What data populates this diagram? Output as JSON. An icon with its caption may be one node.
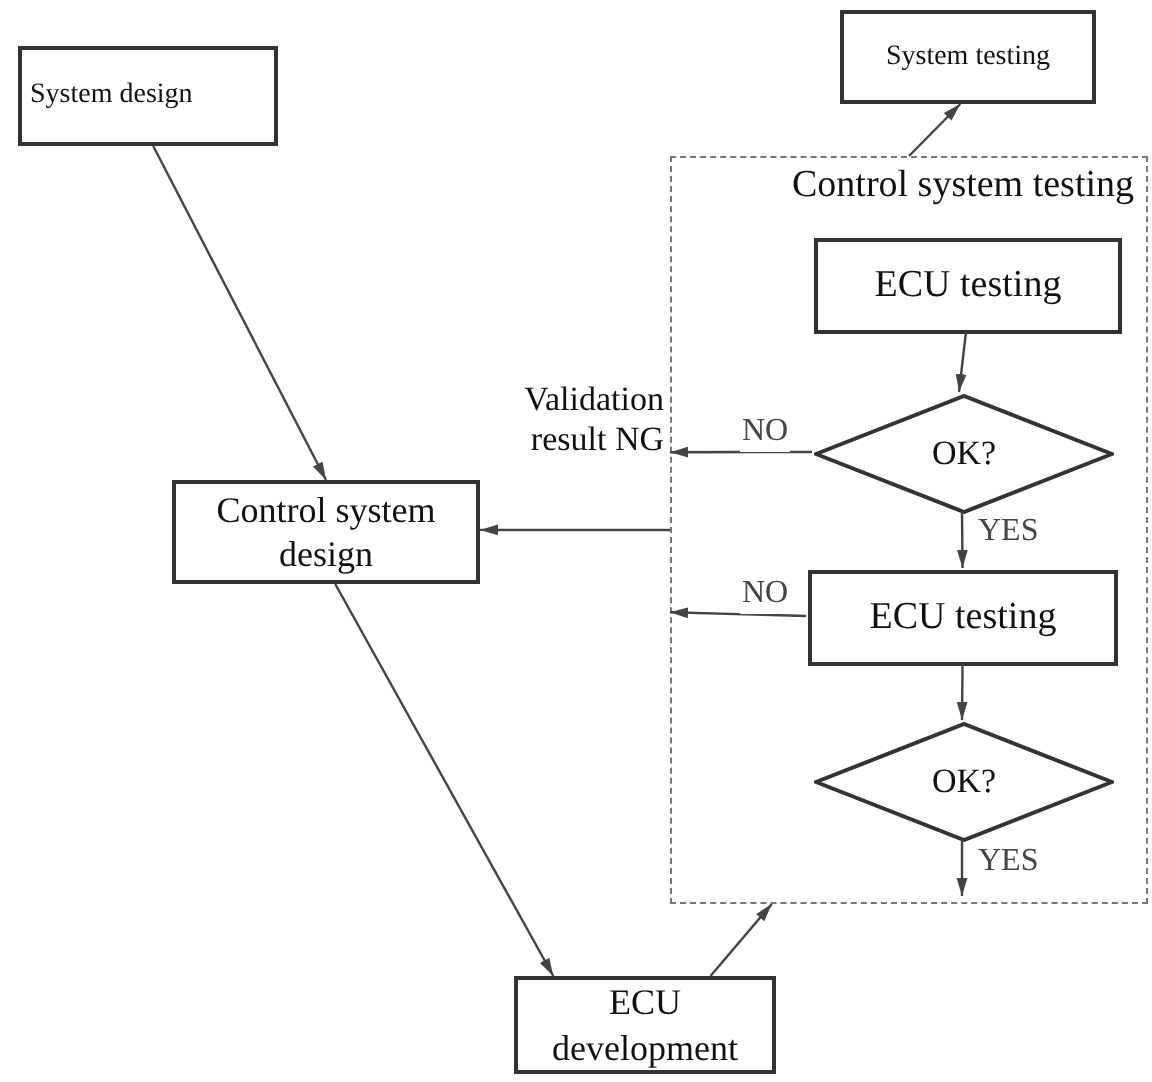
{
  "diagram": {
    "nodes": [
      {
        "text": [
          "System design"
        ]
      },
      {
        "text": [
          "System testing"
        ]
      },
      {
        "text": [
          "Control system testing"
        ]
      },
      {
        "text": [
          "ECU testing"
        ],
        "in": 2
      },
      {
        "text": [
          "OK?"
        ],
        "in": 2
      },
      {
        "text": [
          "ECU testing"
        ],
        "in": 2
      },
      {
        "text": [
          "OK?"
        ],
        "in": 2
      },
      {
        "text": [
          "Control system design"
        ]
      },
      {
        "text": [
          "ECU development"
        ]
      }
    ],
    "edges": [
      {
        "from": 0,
        "to": 7,
        "arrow": "to"
      },
      {
        "from": 7,
        "to": 8,
        "arrow": "to"
      },
      {
        "from": 8,
        "to": 2,
        "arrow": "to"
      },
      {
        "from": 2,
        "to": 1,
        "arrow": "to"
      },
      {
        "from": 3,
        "to": 4,
        "arrow": "to"
      },
      {
        "from": 4,
        "to": 5,
        "arrow": "to",
        "label": "YES"
      },
      {
        "from": 5,
        "to": 6,
        "arrow": "to"
      },
      {
        "from": 6,
        "to": null,
        "arrow": "to",
        "label": "YES"
      },
      {
        "from": 4,
        "to": 2,
        "arrow": "to",
        "label": "NO"
      },
      {
        "from": 5,
        "to": 2,
        "arrow": "to",
        "label": "NO"
      },
      {
        "from": 2,
        "to": 7,
        "arrow": "to"
      }
    ],
    "labels": [
      "Validation result NG"
    ]
  }
}
